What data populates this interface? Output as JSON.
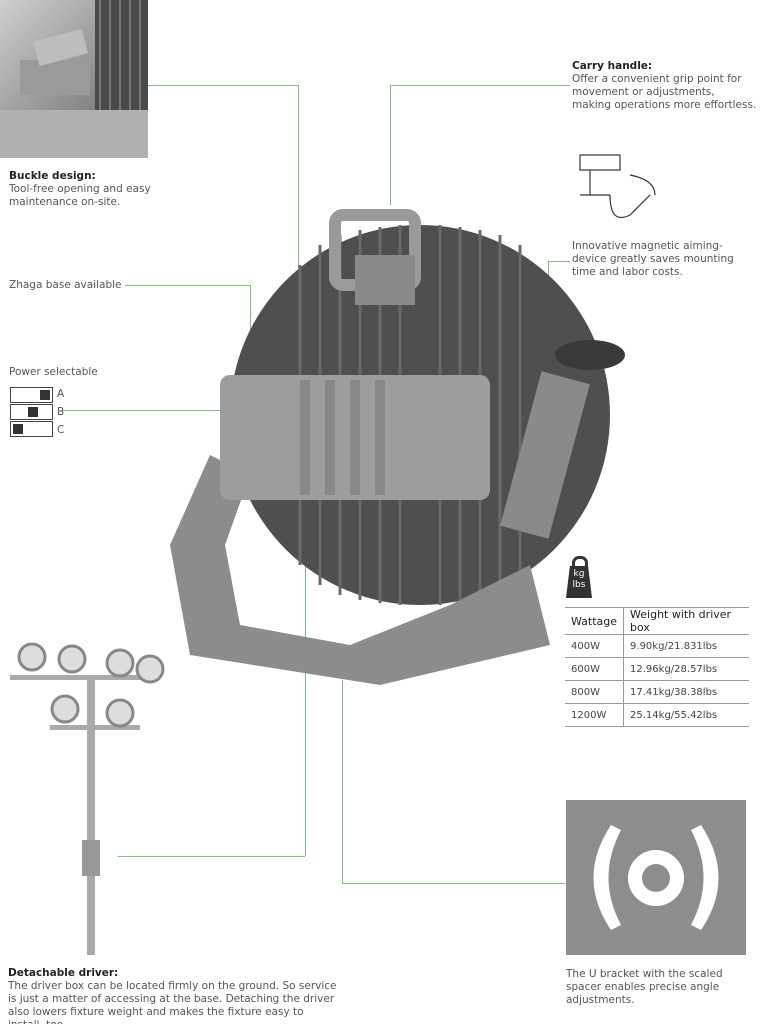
{
  "buckle": {
    "title": "Buckle design:",
    "text": "Tool-free opening and easy maintenance on-site."
  },
  "carry": {
    "title": "Carry handle:",
    "text": "Offer a convenient grip point for movement or adjustments, making operations more effortless."
  },
  "magnetic": {
    "text": "Innovative magnetic aiming-device greatly saves mounting time and labor costs."
  },
  "zhaga": {
    "text": "Zhaga base available"
  },
  "power": {
    "title": "Power selectable",
    "options": [
      "A",
      "B",
      "C"
    ]
  },
  "weight_icon": {
    "kg": "kg",
    "lbs": "lbs"
  },
  "table": {
    "headers": [
      "Wattage",
      "Weight with driver box"
    ],
    "rows": [
      [
        "400W",
        "9.90kg/21.831lbs"
      ],
      [
        "600W",
        "12.96kg/28.57lbs"
      ],
      [
        "800W",
        "17.41kg/38.38lbs"
      ],
      [
        "1200W",
        "25.14kg/55.42lbs"
      ]
    ]
  },
  "driver": {
    "title": "Detachable driver:",
    "text": "The driver box can be located firmly on the ground. So service is just a matter of accessing at the base. Detaching the driver also lowers fixture weight and makes the fixture easy to install, too."
  },
  "bracket": {
    "text": "The U bracket with the scaled spacer enables precise angle adjustments."
  },
  "colors": {
    "accent": "#7cc47c"
  }
}
